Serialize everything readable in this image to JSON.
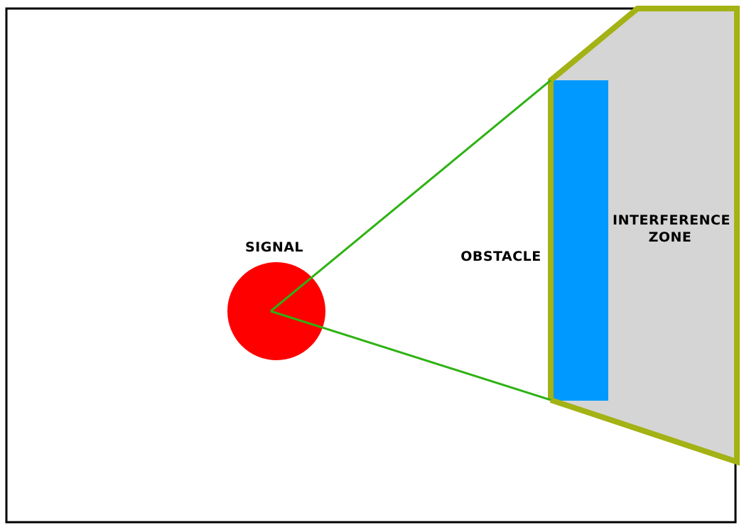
{
  "labels": {
    "signal": "SIGNAL",
    "obstacle": "OBSTACLE",
    "interference_line1": "INTERFERENCE",
    "interference_line2": "ZONE"
  },
  "colors": {
    "frame": "#000000",
    "background": "#ffffff",
    "signal": "#ff0000",
    "obstacle": "#0099ff",
    "zone_fill": "#d5d5d5",
    "zone_outline": "#a3b214",
    "rays": "#2db212",
    "text": "#000000"
  }
}
